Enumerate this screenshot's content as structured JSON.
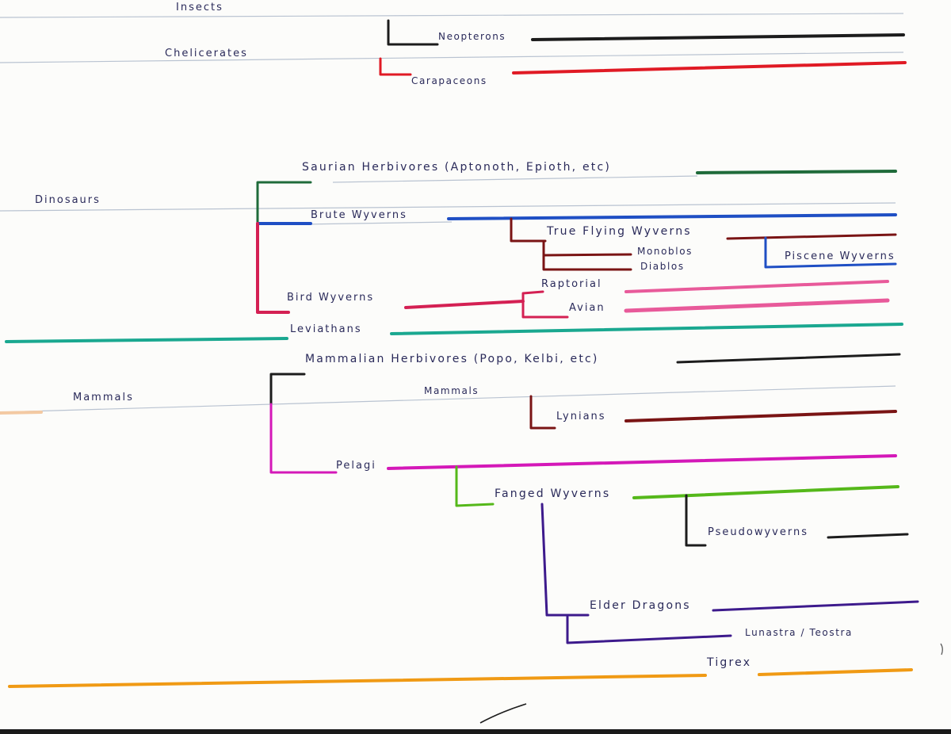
{
  "colors": {
    "paper": "#fcfcfa",
    "ruled_line": "#b9c3d1",
    "ink": "#2a2a5a",
    "black": "#1c1c1c",
    "red": "#e01a24",
    "green": "#1f6b3a",
    "blue": "#1f4fc4",
    "maroon": "#7a1414",
    "crimson": "#d42053",
    "pink": "#e85a9a",
    "teal": "#1aa890",
    "magenta": "#d418b8",
    "lime": "#55b81a",
    "purple": "#3d1a8c",
    "orange": "#f09a14"
  },
  "labels": {
    "insects": "Insects",
    "neopterons": "Neopterons",
    "chelicerates": "Chelicerates",
    "carapaceons": "Carapaceons",
    "saurian_herbivores": "Saurian Herbivores (Aptonoth, Epioth, etc)",
    "dinosaurs": "Dinosaurs",
    "brute_wyverns": "Brute Wyverns",
    "true_flying_wyverns": "True Flying Wyverns",
    "monoblos": "Monoblos",
    "diablos": "Diablos",
    "piscene_wyverns": "Piscene Wyverns",
    "raptorial": "Raptorial",
    "bird_wyverns": "Bird Wyverns",
    "avian": "Avian",
    "leviathans": "Leviathans",
    "mammalian_herbivores": "Mammalian Herbivores (Popo, Kelbi, etc)",
    "mammals_group": "Mammals",
    "mammals_branch": "Mammals",
    "lynians": "Lynians",
    "pelagi": "Pelagi",
    "fanged_wyverns": "Fanged Wyverns",
    "pseudowyverns": "Pseudowyverns",
    "elder_dragons": "Elder Dragons",
    "lunastra_teostra": "Lunastra / Teostra",
    "tigrex": "Tigrex"
  }
}
